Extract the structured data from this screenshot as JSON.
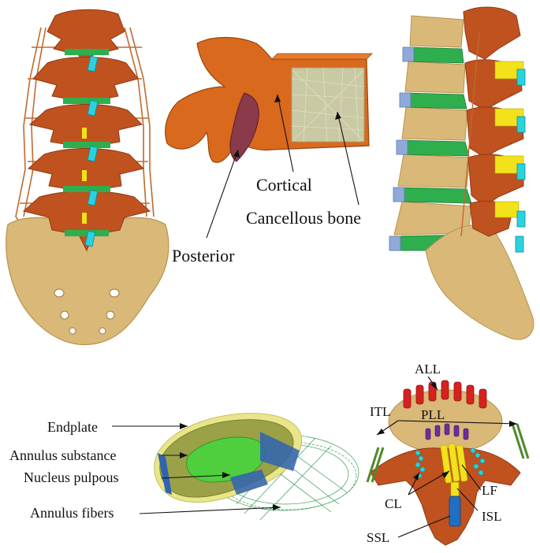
{
  "top_center": {
    "labels": {
      "cortical": "Cortical",
      "cancellous": "Cancellous bone",
      "posterior": "Posterior"
    }
  },
  "bottom_left": {
    "labels": {
      "endplate": "Endplate",
      "annulus_substance": "Annulus substance",
      "nucleus": "Nucleus pulpous",
      "annulus_fibers": "Annulus fibers"
    }
  },
  "bottom_right": {
    "labels": {
      "all": "ALL",
      "itl": "ITL",
      "pll": "PLL",
      "cl": "CL",
      "lf": "LF",
      "isl": "ISL",
      "ssl": "SSL"
    }
  },
  "colors": {
    "bone_orange": "#c0521f",
    "cortical_orange": "#d9691c",
    "sacrum_tan": "#d9b878",
    "disc_green": "#2fae4e",
    "ligament_cyan": "#2ad2e0",
    "ligament_yellow": "#f2e21a",
    "ligament_red": "#d6221f",
    "ligament_purple": "#6a2f9e",
    "ligament_blue": "#1f6fc2",
    "cancellous_grey": "#c9c9a4",
    "endplate_yellow": "#e9e58a",
    "fiber_green": "#3a9d55"
  }
}
